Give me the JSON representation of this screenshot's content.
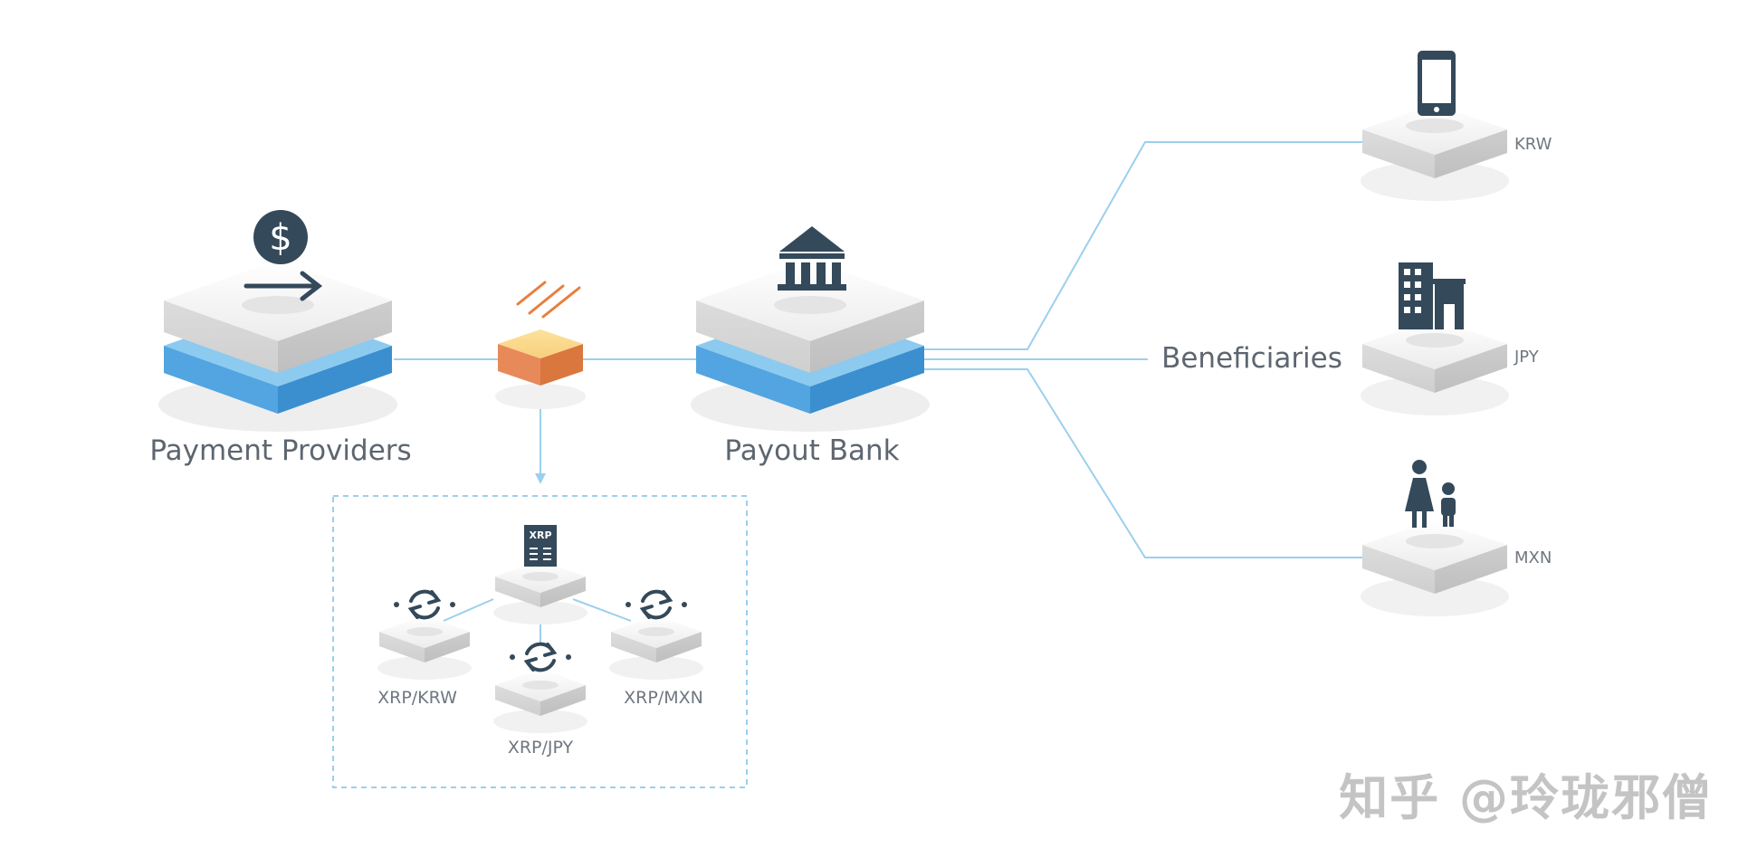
{
  "labels": {
    "payment_providers": "Payment Providers",
    "payout_bank": "Payout Bank",
    "beneficiaries": "Beneficiaries"
  },
  "currencies": {
    "krw": "KRW",
    "jpy": "JPY",
    "mxn": "MXN"
  },
  "exchange": {
    "xrp_badge": "XRP",
    "pair_krw": "XRP/KRW",
    "pair_jpy": "XRP/JPY",
    "pair_mxn": "XRP/MXN"
  },
  "watermark": "知乎 @玲珑邪僧",
  "icons": {
    "provider": "dollar-coin-icon",
    "transfer": "arrow-right-icon",
    "bank": "bank-building-icon",
    "mobile": "mobile-phone-icon",
    "office": "office-building-icon",
    "family": "people-icon",
    "ledger": "xrp-ledger-icon",
    "exchange": "exchange-cycle-icon",
    "connector": "orange-block-icon"
  },
  "colors": {
    "line": "#9ccfee",
    "blue_layer": "#4a9dd8",
    "orange_block": "#e8895a",
    "icon_dark": "#34495a",
    "platform_top": "#f2f2f2"
  }
}
